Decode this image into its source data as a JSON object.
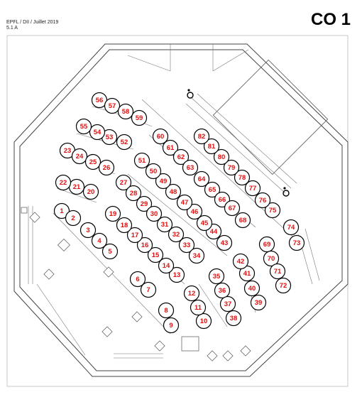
{
  "header": {
    "line1": "EPFL / DII / Juillet 2019",
    "line2": "5.1 A",
    "room": "CO 1"
  },
  "seats": [
    "1",
    "2",
    "3",
    "4",
    "5",
    "6",
    "7",
    "8",
    "9",
    "10",
    "11",
    "12",
    "13",
    "14",
    "15",
    "16",
    "17",
    "18",
    "19",
    "20",
    "21",
    "22",
    "23",
    "24",
    "25",
    "26",
    "27",
    "28",
    "29",
    "30",
    "31",
    "32",
    "33",
    "34",
    "35",
    "36",
    "37",
    "38",
    "39",
    "40",
    "41",
    "42",
    "43",
    "44",
    "45",
    "46",
    "47",
    "48",
    "49",
    "50",
    "51",
    "52",
    "53",
    "54",
    "55",
    "56",
    "57",
    "58",
    "59",
    "60",
    "61",
    "62",
    "63",
    "64",
    "65",
    "66",
    "67",
    "68",
    "69",
    "70",
    "71",
    "72",
    "73",
    "74",
    "75",
    "76",
    "77",
    "78",
    "79",
    "80",
    "81",
    "82"
  ],
  "colors": {
    "seat_number": "#e01010",
    "lines": "#444444"
  },
  "icons": [
    "wheelchair-icon",
    "wheelchair-icon"
  ]
}
